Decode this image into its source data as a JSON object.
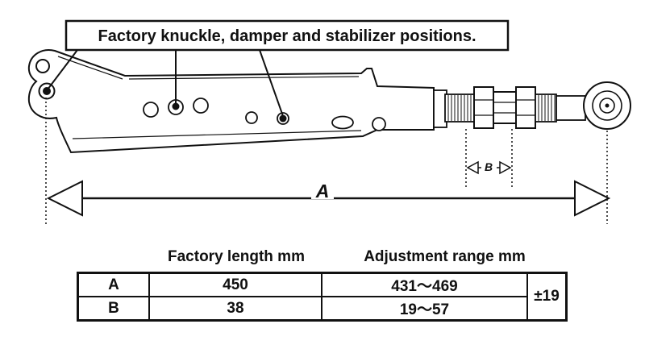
{
  "diagram": {
    "callout_label": "Factory knuckle, damper and stabilizer positions.",
    "dim_a_label": "A",
    "dim_b_label": "B"
  },
  "table": {
    "header_factory": "Factory length mm",
    "header_adjustment": "Adjustment range mm",
    "rows": [
      {
        "label": "A",
        "factory_length": "450",
        "adjustment_range": "431〜469"
      },
      {
        "label": "B",
        "factory_length": "38",
        "adjustment_range": "19〜57"
      }
    ],
    "tolerance": "±19"
  }
}
